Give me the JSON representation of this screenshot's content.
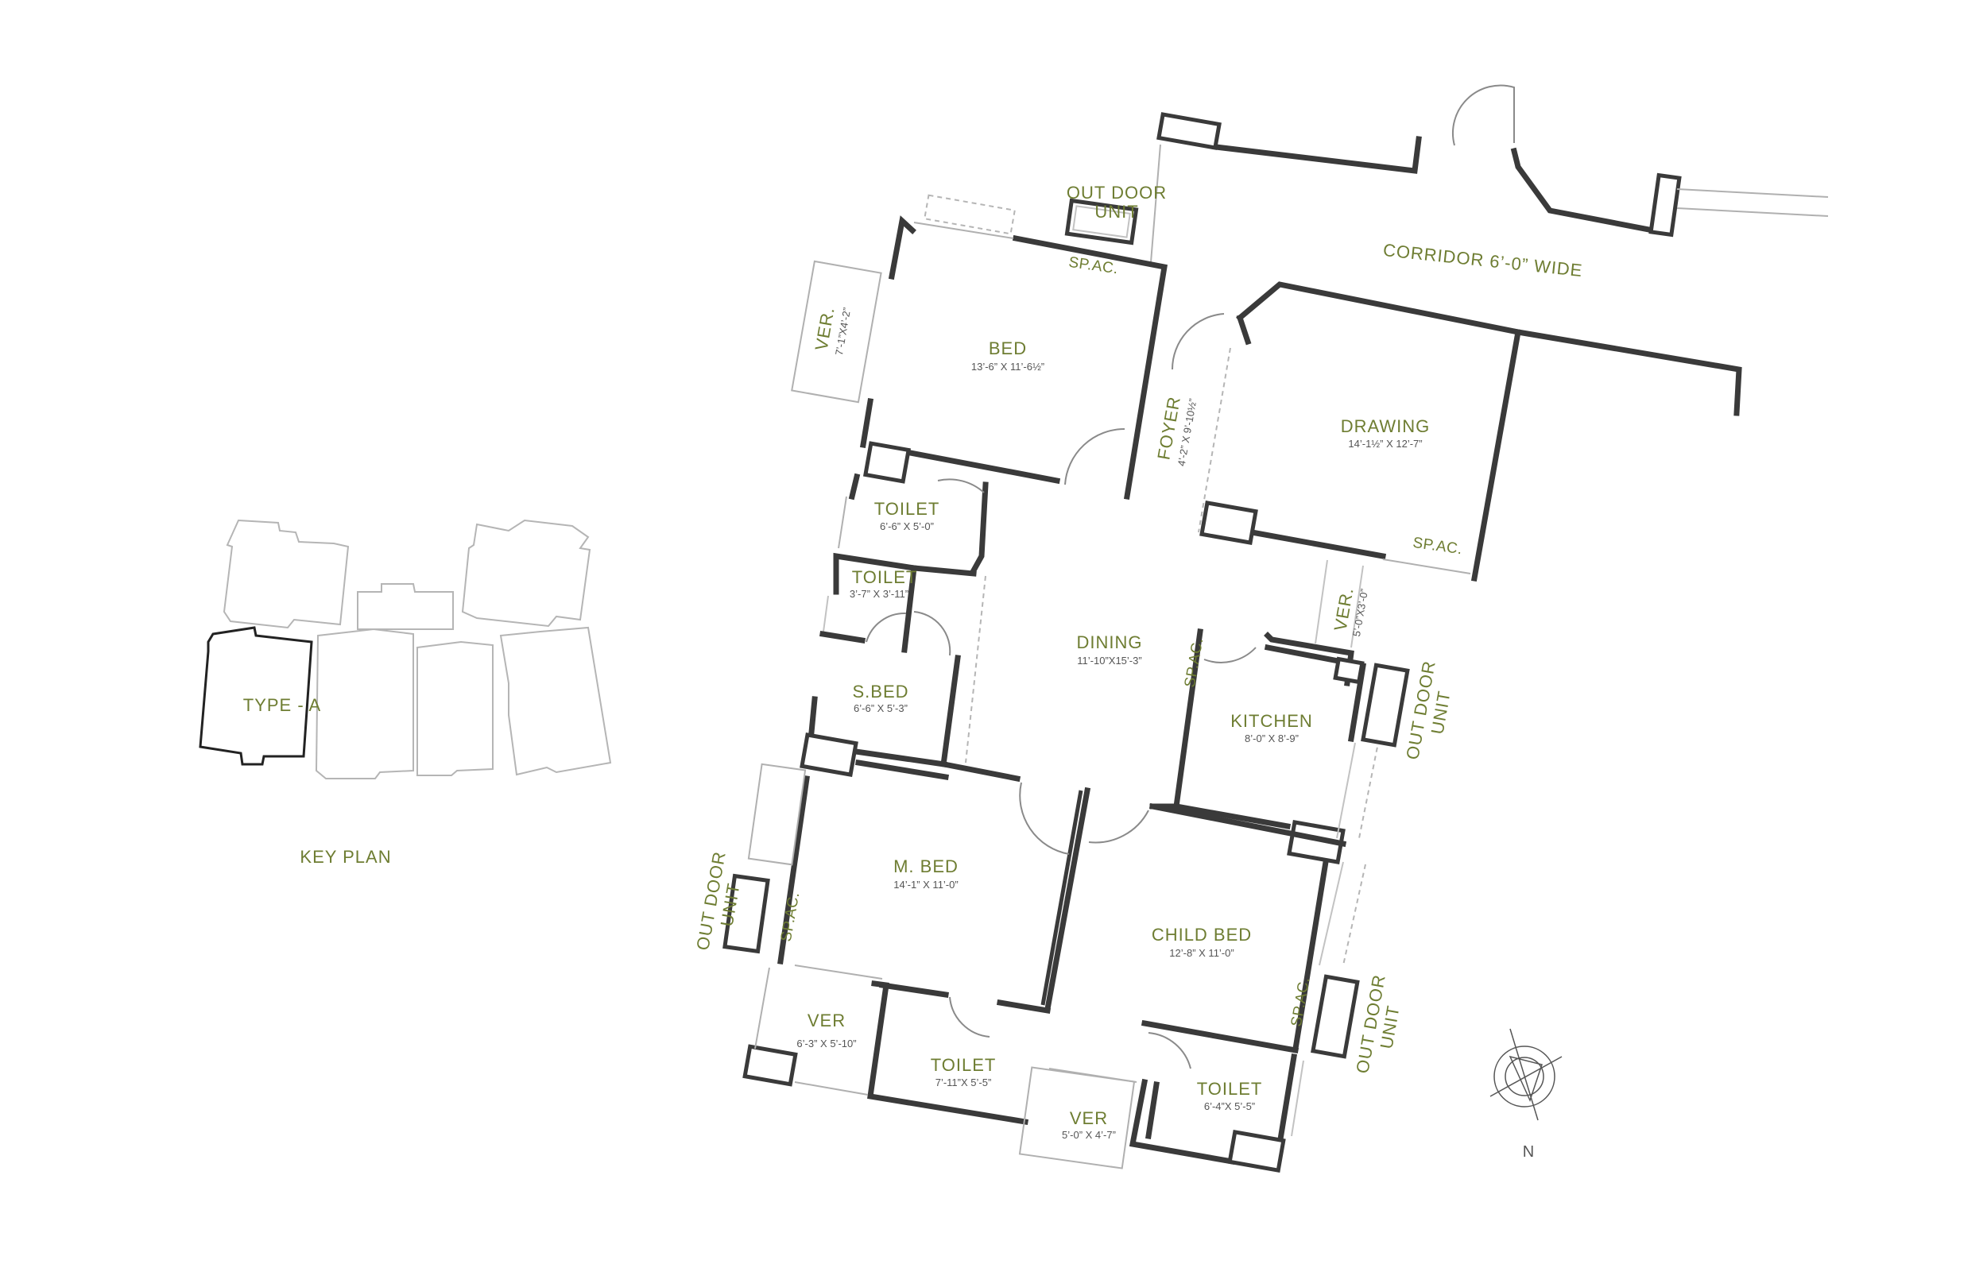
{
  "key_plan": {
    "title": "KEY PLAN",
    "unit_label": "TYPE - A"
  },
  "corridor": {
    "label": "CORRIDOR 6’-0” WIDE"
  },
  "rooms": {
    "bed": {
      "name": "BED",
      "dims": "13’-6” X 11’-6½”"
    },
    "ver_top": {
      "name": "VER.",
      "dims": "7’-1”X4’-2”"
    },
    "foyer": {
      "name": "FOYER",
      "dims": "4’-2” X 9’-10½”"
    },
    "drawing": {
      "name": "DRAWING",
      "dims": "14’-1½” X 12’-7”"
    },
    "toilet_1": {
      "name": "TOILET",
      "dims": "6’-6” X 5’-0”"
    },
    "toilet_2": {
      "name": "TOILET",
      "dims": "3’-7” X 3’-11”"
    },
    "sbed": {
      "name": "S.BED",
      "dims": "6’-6” X 5’-3”"
    },
    "dining": {
      "name": "DINING",
      "dims": "11’-10”X15’-3”"
    },
    "ver_right": {
      "name": "VER.",
      "dims": "5’-0”X3’-0”"
    },
    "kitchen": {
      "name": "KITCHEN",
      "dims": "8’-0” X 8’-9”"
    },
    "mbed": {
      "name": "M. BED",
      "dims": "14’-1” X 11’-0”"
    },
    "child_bed": {
      "name": "CHILD BED",
      "dims": "12’-8” X 11’-0”"
    },
    "ver_left": {
      "name": "VER",
      "dims": "6’-3” X 5’-10”"
    },
    "toilet_3": {
      "name": "TOILET",
      "dims": "7’-11”X 5’-5”"
    },
    "ver_bottom": {
      "name": "VER",
      "dims": "5’-0” X 4’-7”"
    },
    "toilet_4": {
      "name": "TOILET",
      "dims": "6’-4”X 5’-5”"
    }
  },
  "fixtures": {
    "sp_ac": "SP.AC.",
    "outdoor_line1": "OUT DOOR",
    "outdoor_line2": "UNIT"
  },
  "compass": {
    "label": "N"
  }
}
